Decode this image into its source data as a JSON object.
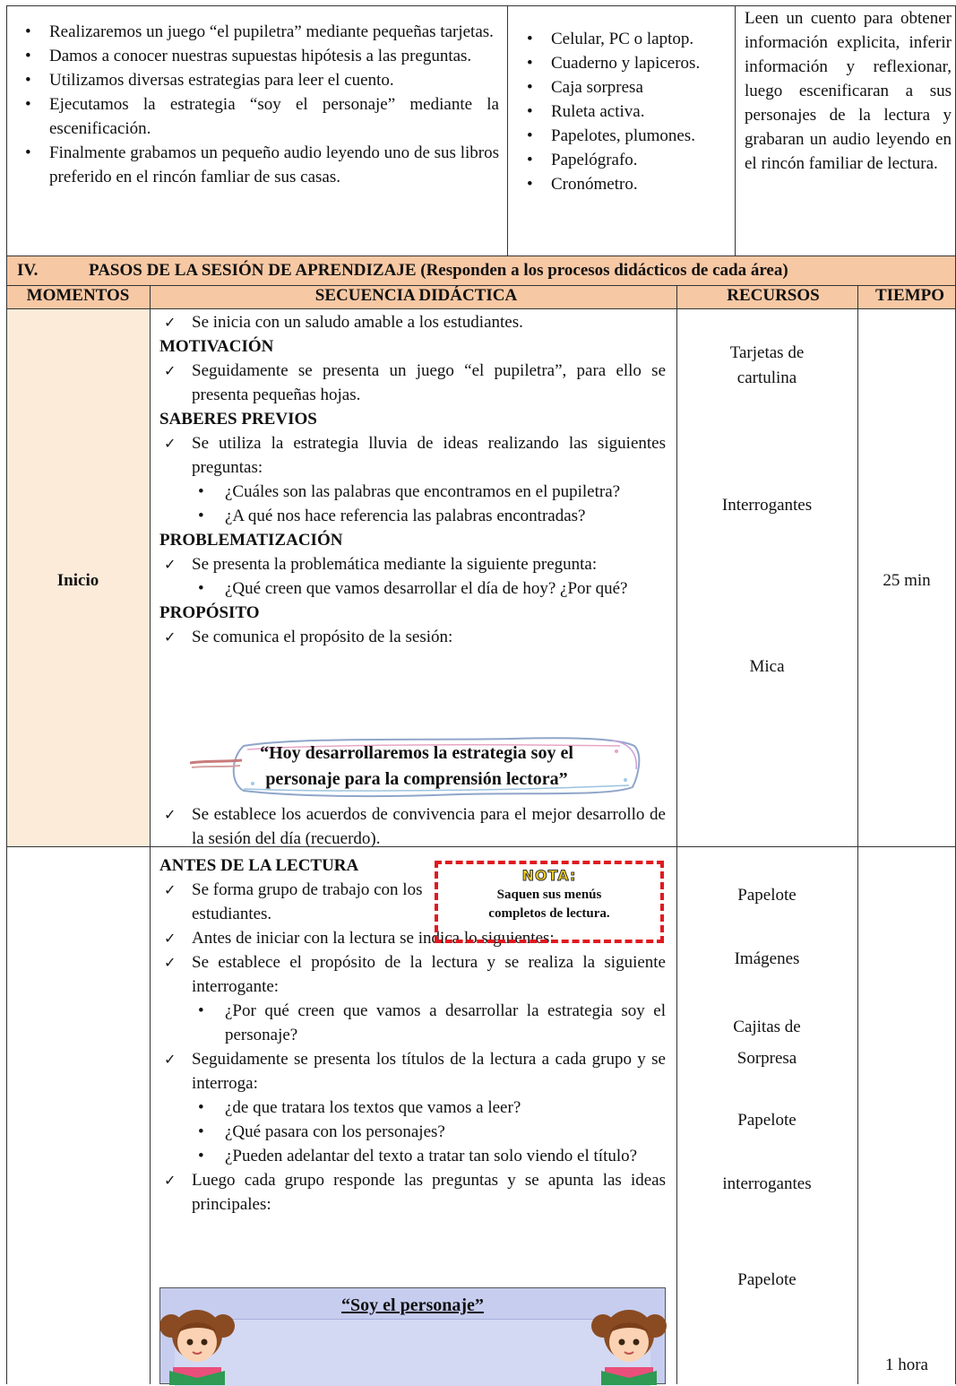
{
  "top_row": {
    "activities": [
      "Realizaremos un juego “el pupiletra” mediante pequeñas tarjetas.",
      "Damos a conocer nuestras supuestas hipótesis a las preguntas.",
      "Utilizamos diversas estrategias para leer el cuento.",
      "Ejecutamos la estrategia “soy el personaje” mediante la escenificación.",
      "Finalmente grabamos un pequeño audio leyendo uno de sus libros preferido en el rincón famliar de sus casas."
    ],
    "materials": [
      "Celular, PC o laptop.",
      "Cuaderno y lapiceros.",
      "Caja sorpresa",
      "Ruleta activa.",
      "Papelotes, plumones.",
      "Papelógrafo.",
      "Cronómetro."
    ],
    "evidence": "Leen un cuento para obtener información explicita, inferir información y reflexionar, luego escenificaran a sus personajes de la lectura y grabaran un audio leyendo en el rincón familiar de lectura."
  },
  "section": {
    "number": "IV.",
    "title": "PASOS DE LA SESIÓN DE APRENDIZAJE (Responden a los procesos didácticos de cada área)"
  },
  "headers": {
    "momentos": "MOMENTOS",
    "secuencia": "SECUENCIA DIDÁCTICA",
    "recursos": "RECURSOS",
    "tiempo": "TIEMPO"
  },
  "inicio": {
    "moment": "Inicio",
    "time": "25 min",
    "greeting": "Se inicia con un saludo amable a los estudiantes.",
    "motivacion_heading": "MOTIVACIÓN",
    "motivacion_text": "Seguidamente se presenta un juego “el pupiletra”, para ello se presenta pequeñas hojas.",
    "saberes_heading": "SABERES PREVIOS",
    "saberes_text": "Se utiliza la estrategia lluvia de ideas realizando las siguientes preguntas:",
    "saberes_q1": "¿Cuáles son las palabras que encontramos en el pupiletra?",
    "saberes_q2": "¿A qué nos hace referencia las palabras encontradas?",
    "problem_heading": "PROBLEMATIZACIÓN",
    "problem_text": "Se presenta la problemática mediante la siguiente pregunta:",
    "problem_q1": "¿Qué creen que vamos desarrollar el día de hoy? ¿Por qué?",
    "proposito_heading": "PROPÓSITO",
    "proposito_text": "Se comunica el propósito de la sesión:",
    "purpose_quote": "“Hoy desarrollaremos la estrategia soy el personaje para la comprensión lectora”",
    "acuerdos": "Se establece los acuerdos de convivencia para el mejor desarrollo de la sesión del día (recuerdo).",
    "resources": [
      "Tarjetas de cartulina",
      "Interrogantes",
      "Mica"
    ]
  },
  "desarrollo": {
    "time": "1 hora",
    "antes_heading": "ANTES DE LA LECTURA",
    "item1": "Se forma grupo de trabajo con los estudiantes.",
    "item2": "Antes de iniciar con la lectura se indica lo siguientes:",
    "item3": "Se establece el propósito de la lectura y se realiza la siguiente interrogante:",
    "item3_q1": "¿Por qué creen que vamos a desarrollar la estrategia soy el personaje?",
    "item4": "Seguidamente se presenta los títulos de la lectura a cada grupo y se interroga:",
    "item4_q1": "¿de que tratara los textos que vamos a leer?",
    "item4_q2": "¿Qué pasara con los personajes?",
    "item4_q3": "¿Pueden adelantar del texto a tratar tan solo viendo el título?",
    "item5": "Luego cada grupo responde las preguntas y se apunta las ideas principales:",
    "card_title": "“Soy el personaje”",
    "nota_title": "NOTA:",
    "nota_text": "Saquen sus menús completos de lectura.",
    "resources": [
      "Papelote",
      "Imágenes",
      "Cajitas de Sorpresa",
      "Papelote",
      "interrogantes",
      "Papelote"
    ]
  },
  "colors": {
    "header_bg": "#f7c8a4",
    "inicio_bg": "#fdebd9",
    "nota_border": "#e0191f",
    "card_bg": "#c7cdef"
  }
}
